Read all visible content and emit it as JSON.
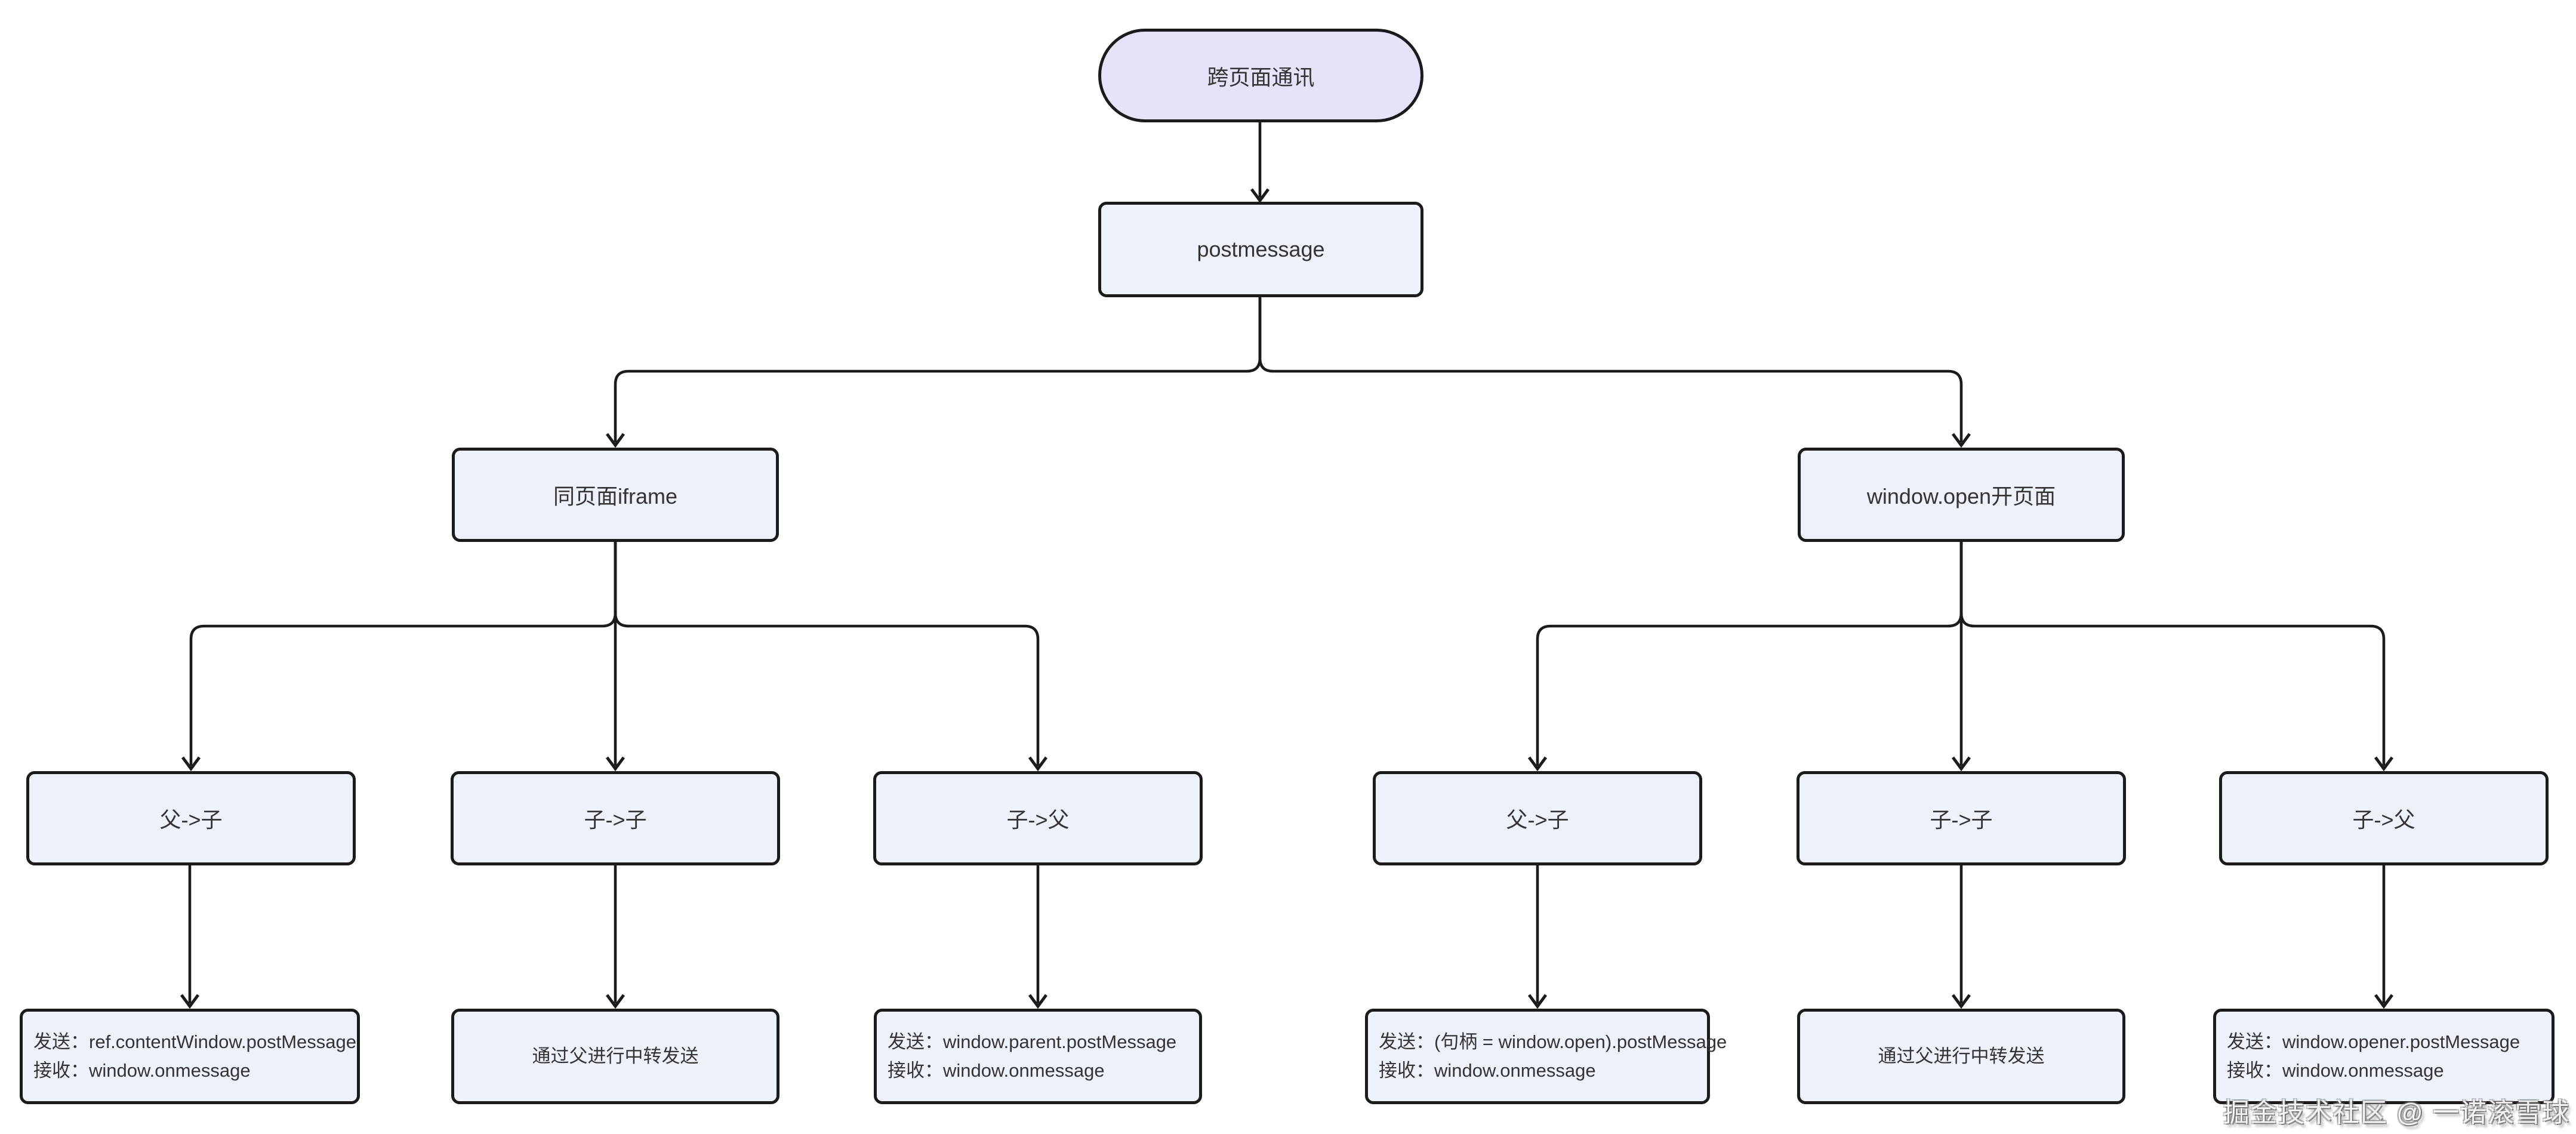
{
  "diagram": {
    "root": {
      "label": "跨页面通讯"
    },
    "level2": {
      "label": "postmessage"
    },
    "branches": [
      {
        "label": "同页面iframe",
        "children": [
          {
            "label": "父->子",
            "leaf": {
              "lines": [
                "发送：ref.contentWindow.postMessage",
                "接收：window.onmessage"
              ]
            }
          },
          {
            "label": "子->子",
            "leaf": {
              "lines": [
                "通过父进行中转发送"
              ]
            }
          },
          {
            "label": "子->父",
            "leaf": {
              "lines": [
                "发送：window.parent.postMessage",
                "接收：window.onmessage"
              ]
            }
          }
        ]
      },
      {
        "label": "window.open开页面",
        "children": [
          {
            "label": "父->子",
            "leaf": {
              "lines": [
                "发送：(句柄 = window.open).postMessage",
                "接收：window.onmessage"
              ]
            }
          },
          {
            "label": "子->子",
            "leaf": {
              "lines": [
                "通过父进行中转发送"
              ]
            }
          },
          {
            "label": "子->父",
            "leaf": {
              "lines": [
                "发送：window.opener.postMessage",
                "接收：window.onmessage"
              ]
            }
          }
        ]
      }
    ],
    "watermark": "掘金技术社区 @ 一诺滚雪球",
    "colors": {
      "pill_fill": "#e8e1fa",
      "node_fill": "#edf1f9",
      "border": "#1b1b1b",
      "edge": "#1b1b1b",
      "text": "#333333"
    }
  }
}
